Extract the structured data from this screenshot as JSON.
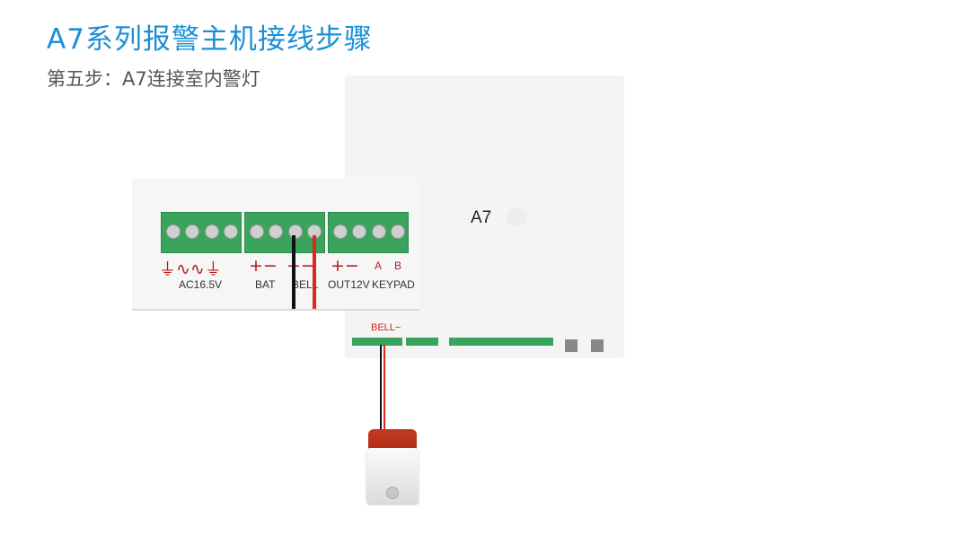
{
  "header": {
    "title": "A7系列报警主机接线步骤",
    "subtitle": "第五步：A7连接室内警灯"
  },
  "board": {
    "model": "A7",
    "bell_callout": "BELL−"
  },
  "terminal_block": {
    "symbols": {
      "ac": "⏚∿∿⏚",
      "bat": "+−",
      "bell": "+−",
      "out": "+−",
      "keypad_a": "A",
      "keypad_b": "B"
    },
    "labels": {
      "ac": "AC16.5V",
      "bat": "BAT",
      "bell": "BELL",
      "out": "OUT12V",
      "keypad": "KEYPAD"
    }
  },
  "colors": {
    "title": "#1b8fd6",
    "terminal_green": "#3aa35c",
    "wire_black": "#111111",
    "wire_red": "#e0251b"
  },
  "icons": {
    "strobe": "siren-strobe-icon"
  }
}
